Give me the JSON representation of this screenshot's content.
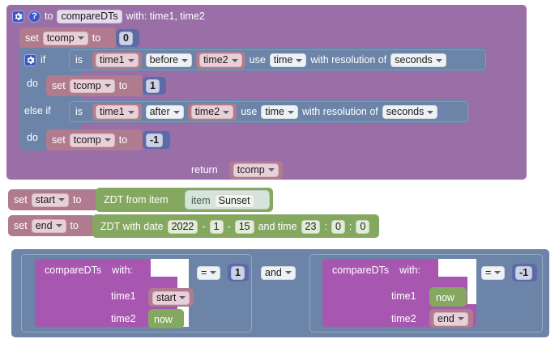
{
  "workspace": {
    "background": "#ffffff",
    "colors": {
      "procedure": "#9a6fa8",
      "variable": "#b07b8e",
      "logic": "#6b84a8",
      "math": "#5b6ba8",
      "datetime": "#84a860",
      "call": "#a857b0",
      "icon_blue": "#3b58c6"
    }
  },
  "procedure_definition": {
    "gear_icon": "gear-icon",
    "help_icon": "help-icon",
    "to_label": "to",
    "name": "compareDTs",
    "with_label": "with: time1, time2",
    "body": {
      "init": {
        "set_label": "set",
        "variable": "tcomp",
        "to_label": "to",
        "value": "0"
      },
      "if_block": {
        "gear_icon": "gear-icon",
        "if_label": "if",
        "do_label": "do",
        "elseif_label": "else if",
        "do2_label": "do",
        "branches": [
          {
            "condition": {
              "is_label": "is",
              "left": "time1",
              "operator": "before",
              "right": "time2",
              "use_label": "use",
              "use_value": "time",
              "resolution_label": "with resolution of",
              "resolution_value": "seconds"
            },
            "body": {
              "set_label": "set",
              "variable": "tcomp",
              "to_label": "to",
              "value": "1"
            }
          },
          {
            "condition": {
              "is_label": "is",
              "left": "time1",
              "operator": "after",
              "right": "time2",
              "use_label": "use",
              "use_value": "time",
              "resolution_label": "with resolution of",
              "resolution_value": "seconds"
            },
            "body": {
              "set_label": "set",
              "variable": "tcomp",
              "to_label": "to",
              "value": "-1"
            }
          }
        ]
      },
      "return": {
        "return_label": "return",
        "value": "tcomp"
      }
    }
  },
  "assignments": [
    {
      "set_label": "set",
      "variable": "start",
      "to_label": "to",
      "value_block": {
        "text": "ZDT from item",
        "item_label": "item",
        "item_value": "Sunset"
      }
    },
    {
      "set_label": "set",
      "variable": "end",
      "to_label": "to",
      "value_block": {
        "text": "ZDT with date",
        "year": "2022",
        "dash1": "-",
        "month": "1",
        "dash2": "-",
        "day": "15",
        "and_time_label": "and time",
        "hour": "23",
        "colon1": ":",
        "minute": "0",
        "colon2": ":",
        "second": "0"
      }
    }
  ],
  "condition_expression": {
    "operator": "and",
    "left": {
      "call": {
        "name": "compareDTs",
        "with_label": "with:",
        "args": [
          {
            "label": "time1",
            "value": "start",
            "kind": "variable"
          },
          {
            "label": "time2",
            "value": "now",
            "kind": "datetime"
          }
        ]
      },
      "comparator": "=",
      "compare_to": "1"
    },
    "right": {
      "call": {
        "name": "compareDTs",
        "with_label": "with:",
        "args": [
          {
            "label": "time1",
            "value": "now",
            "kind": "datetime"
          },
          {
            "label": "time2",
            "value": "end",
            "kind": "variable"
          }
        ]
      },
      "comparator": "=",
      "compare_to": "-1"
    }
  }
}
